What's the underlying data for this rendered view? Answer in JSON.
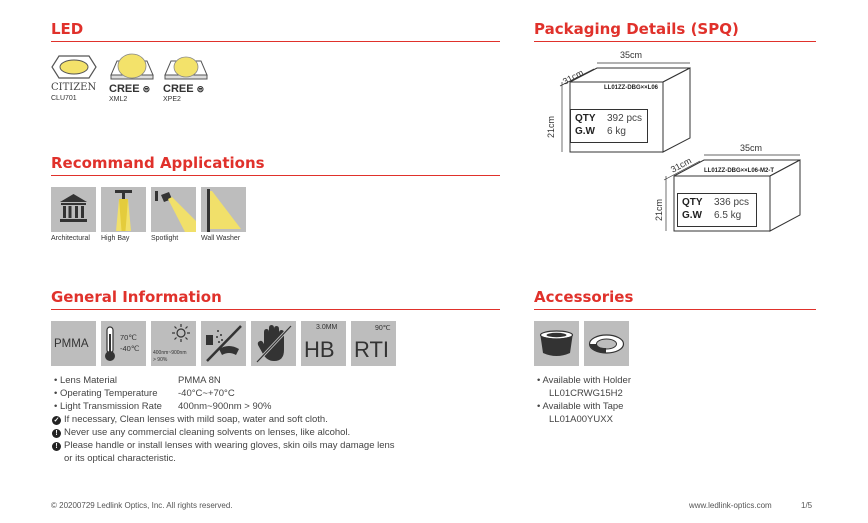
{
  "led": {
    "title": "LED",
    "items": [
      {
        "brand": "CITIZEN",
        "model": "CLU701"
      },
      {
        "brand": "CREE",
        "model": "XML2"
      },
      {
        "brand": "CREE",
        "model": "XPE2"
      }
    ]
  },
  "applications": {
    "title": "Recommand Applications",
    "items": [
      {
        "label": "Architectural",
        "icon": "building-icon"
      },
      {
        "label": "High Bay",
        "icon": "high-bay-icon"
      },
      {
        "label": "Spotlight",
        "icon": "spotlight-icon"
      },
      {
        "label": "Wall Washer",
        "icon": "wall-washer-icon"
      }
    ]
  },
  "general": {
    "title": "General Information",
    "tiles": {
      "material": "PMMA",
      "temp_high": "70℃",
      "temp_low": "-40℃",
      "transmission": "400nm~900nm",
      "transmission_pct": "> 90%",
      "hb_top": "3.0MM",
      "hb": "HB",
      "rti_top": "90℃",
      "rti": "RTI"
    },
    "specs": [
      {
        "label": "Lens Material",
        "value": "PMMA 8N"
      },
      {
        "label": "Operating Temperature",
        "value": "-40°C~+70°C"
      },
      {
        "label": "Light Transmission Rate",
        "value": "400nm~900nm > 90%"
      }
    ],
    "notes": [
      {
        "icon": "check-icon",
        "glyph": "✓",
        "text": "If necessary, Clean lenses with mild soap, water and soft cloth."
      },
      {
        "icon": "warning-icon",
        "glyph": "!",
        "text": "Never use any commercial cleaning solvents on lenses, like alcohol."
      },
      {
        "icon": "alert-icon",
        "glyph": "!",
        "text": "Please handle or install lenses with wearing gloves, skin oils may damage lens"
      },
      {
        "icon": "",
        "glyph": "",
        "text": "or its optical characteristic."
      }
    ]
  },
  "packaging": {
    "title": "Packaging Details (SPQ)",
    "boxes": [
      {
        "label": "LL01ZZ-DBG××L06",
        "length": "35cm",
        "width": "31cm",
        "height": "21cm",
        "qty_label": "QTY",
        "qty": "392 pcs",
        "gw_label": "G.W",
        "gw": "6 kg"
      },
      {
        "label": "LL01ZZ-DBG××L06-M2-T",
        "length": "35cm",
        "width": "31cm",
        "height": "21cm",
        "qty_label": "QTY",
        "qty": "336 pcs",
        "gw_label": "G.W",
        "gw": "6.5 kg"
      }
    ]
  },
  "accessories": {
    "title": "Accessories",
    "items": [
      {
        "line1": "Available with Holder",
        "line2": "LL01CRWG15H2"
      },
      {
        "line1": "Available with Tape",
        "line2": "LL01A00YUXX"
      }
    ]
  },
  "footer": {
    "copyright": "© 20200729 Ledlink Optics, Inc. All rights reserved.",
    "website": "www.ledlink-optics.com",
    "page": "1/5"
  }
}
